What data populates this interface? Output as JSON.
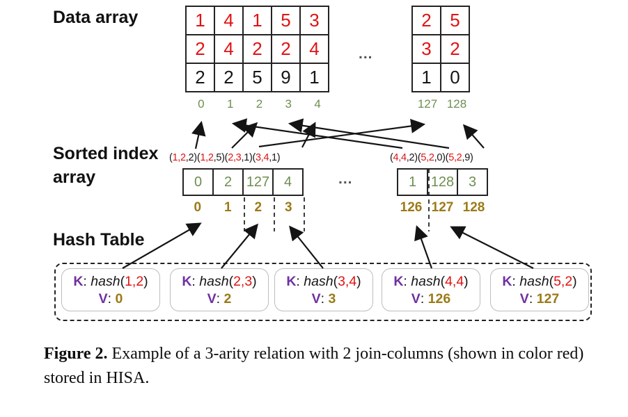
{
  "colors": {
    "red": "#e01313",
    "green": "#6e8e51",
    "olive": "#9b7a17",
    "purple": "#7030a0"
  },
  "figure": {
    "labels": {
      "data_array": "Data array",
      "sorted_index_line1": "Sorted index",
      "sorted_index_line2": "array",
      "hash_table": "Hash Table"
    },
    "data_array": {
      "left_grid": {
        "rows": [
          [
            "1",
            "4",
            "1",
            "5",
            "3"
          ],
          [
            "2",
            "4",
            "2",
            "2",
            "4"
          ],
          [
            "2",
            "2",
            "5",
            "9",
            "1"
          ]
        ],
        "red_row_count": 2,
        "indices": [
          "0",
          "1",
          "2",
          "3",
          "4"
        ]
      },
      "ellipsis": "...",
      "right_grid": {
        "rows": [
          [
            "2",
            "5"
          ],
          [
            "3",
            "2"
          ],
          [
            "1",
            "0"
          ]
        ],
        "red_row_count": 2,
        "indices": [
          "127",
          "128"
        ]
      }
    },
    "sorted_index_array": {
      "left_tuples": [
        {
          "join": "1,2",
          "third": "2"
        },
        {
          "join": "1,2",
          "third": "5"
        },
        {
          "join": "2,3",
          "third": "1"
        },
        {
          "join": "3,4",
          "third": "1"
        }
      ],
      "ellipsis": "...",
      "right_tuples": [
        {
          "join": "4,4",
          "third": "2"
        },
        {
          "join": "5,2",
          "third": "0"
        },
        {
          "join": "5,2",
          "third": "9"
        }
      ],
      "left_cells": [
        "0",
        "2",
        "127",
        "4"
      ],
      "right_cells": [
        "1",
        "128",
        "3"
      ],
      "left_positions": [
        "0",
        "1",
        "2",
        "3"
      ],
      "right_positions": [
        "126",
        "127",
        "128"
      ]
    },
    "hash_table": {
      "k_label": "K",
      "v_label": "V",
      "hash_label": "hash",
      "entries": [
        {
          "args": "1,2",
          "value": "0"
        },
        {
          "args": "2,3",
          "value": "2"
        },
        {
          "args": "3,4",
          "value": "3"
        },
        {
          "args": "4,4",
          "value": "126"
        },
        {
          "args": "5,2",
          "value": "127"
        }
      ]
    }
  },
  "caption": {
    "tag": "Figure 2.",
    "text": "Example of a 3-arity relation with 2 join-columns (shown in color red) stored in HISA."
  }
}
